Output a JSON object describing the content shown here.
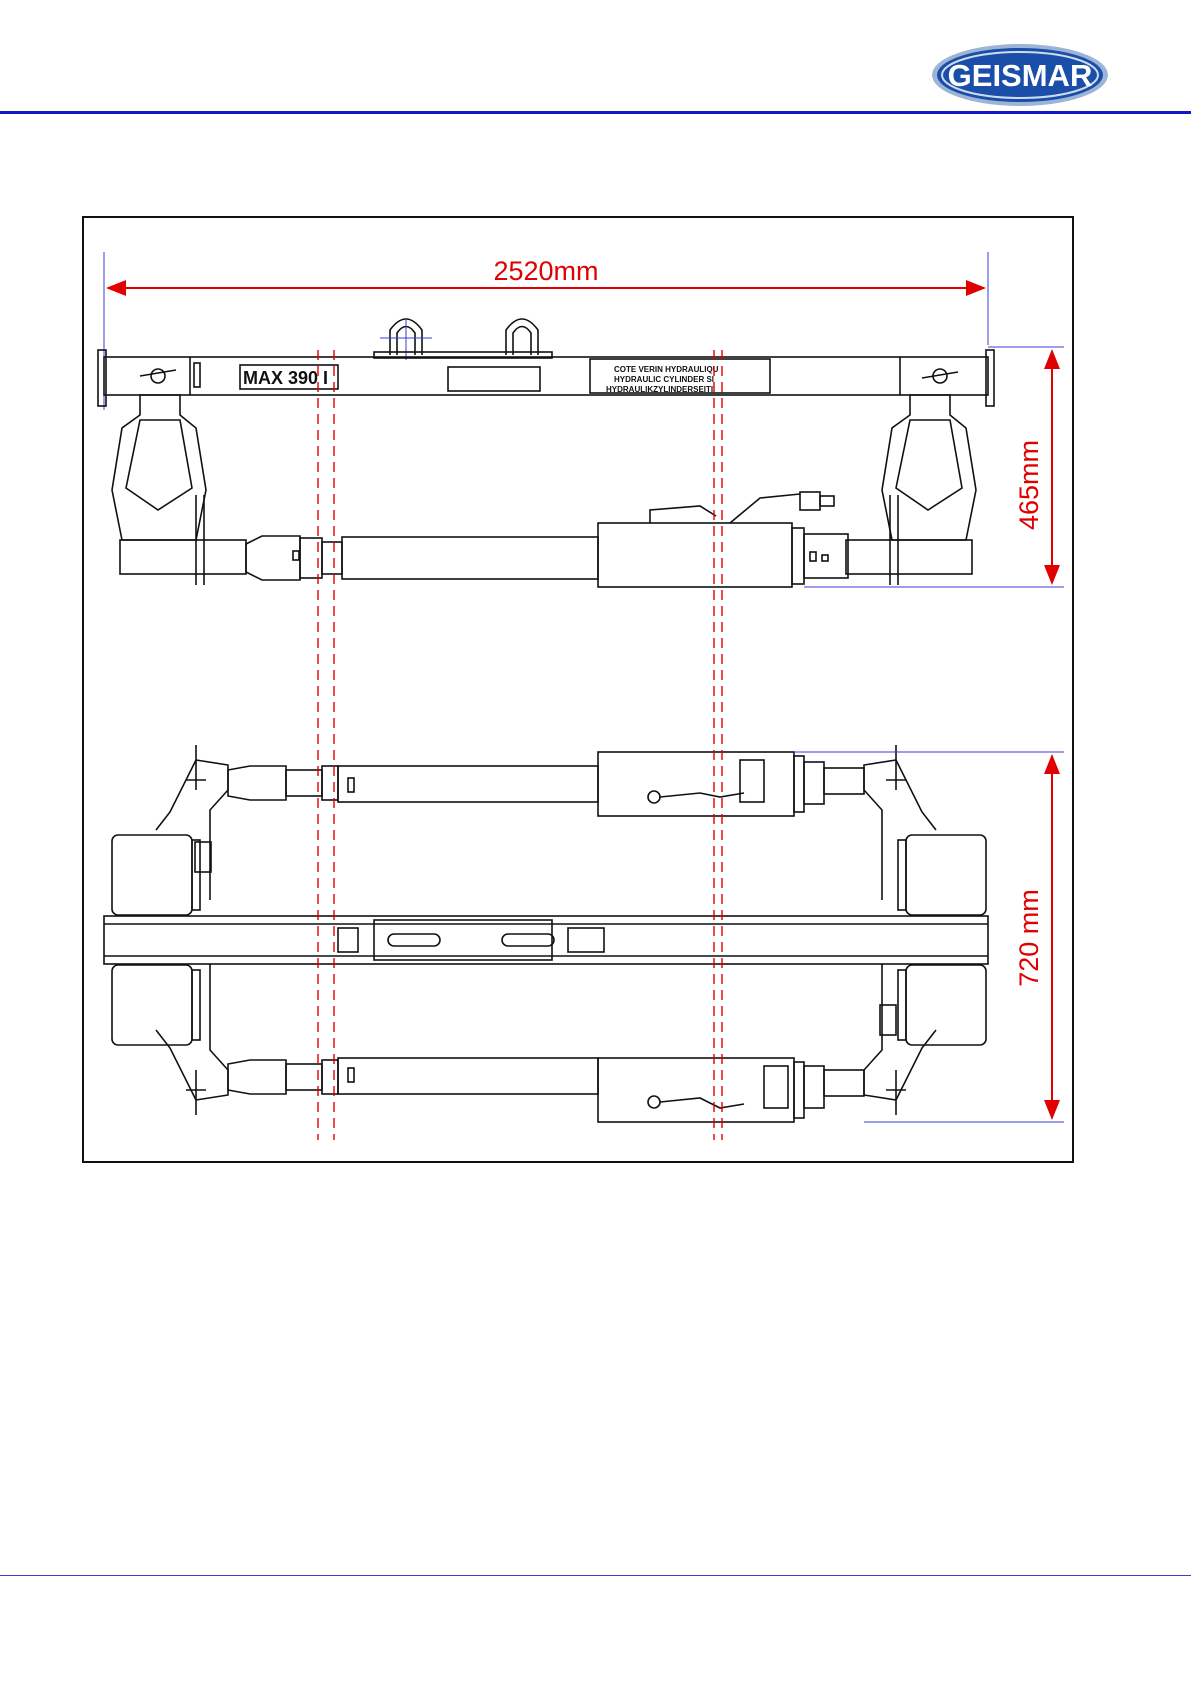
{
  "brand": {
    "logo_text": "GEISMAR",
    "color": "#1a4ea8"
  },
  "colors": {
    "rule": "#1414c8",
    "dimension": "#e00000",
    "line": "#111111",
    "guide": "#3c3cd2"
  },
  "dimensions": {
    "width": "2520mm",
    "height_side": "465mm",
    "height_top": "720 mm"
  },
  "labels": {
    "model": "MAX 390 I",
    "plate_line1": "COTE VERIN HYDRAULIQU",
    "plate_line2": "HYDRAULIC CYLINDER SI",
    "plate_line3": "HYDRAULIKZYLINDERSEITI"
  }
}
